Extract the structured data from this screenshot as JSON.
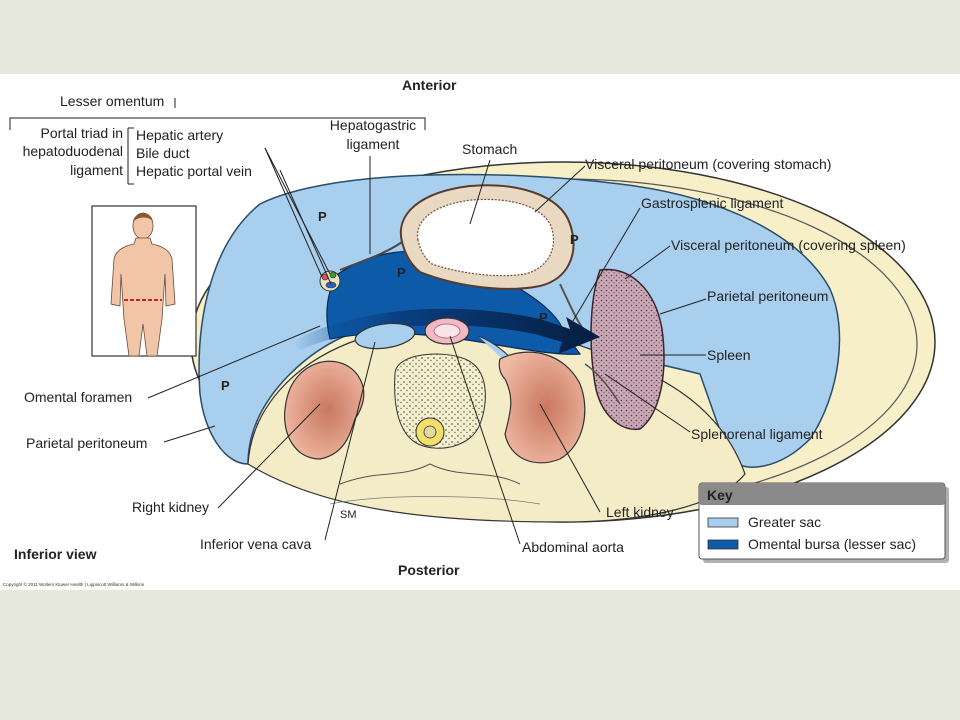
{
  "orientation": {
    "anterior": "Anterior",
    "posterior": "Posterior",
    "view": "Inferior view"
  },
  "labels": {
    "lesser_omentum": "Lesser omentum",
    "portal_triad_1": "Portal triad in",
    "portal_triad_2": "hepatoduodenal",
    "portal_triad_3": "ligament",
    "hepatic_artery": "Hepatic artery",
    "bile_duct": "Bile duct",
    "hepatic_portal_vein": "Hepatic portal vein",
    "hepatogastric_1": "Hepatogastric",
    "hepatogastric_2": "ligament",
    "stomach": "Stomach",
    "visceral_stomach": "Visceral peritoneum (covering stomach)",
    "gastrosplenic": "Gastrosplenic ligament",
    "visceral_spleen": "Visceral peritoneum (covering spleen)",
    "parietal_right": "Parietal peritoneum",
    "spleen": "Spleen",
    "splenorenal": "Splenorenal ligament",
    "omental_foramen": "Omental foramen",
    "parietal_left": "Parietal peritoneum",
    "right_kidney": "Right kidney",
    "inferior_vena_cava": "Inferior vena cava",
    "abdominal_aorta": "Abdominal aorta",
    "left_kidney": "Left kidney",
    "p_marker": "P",
    "artist": "SM"
  },
  "key": {
    "title": "Key",
    "items": [
      {
        "label": "Greater sac",
        "color": "#a9cfee"
      },
      {
        "label": "Omental bursa (lesser sac)",
        "color": "#0d5aa8"
      }
    ]
  },
  "copyright": "Copyright © 2011 Wolters Kluwer Health | Lippincott Williams & Wilkins",
  "colors": {
    "greater_sac": "#a9cfee",
    "omental_bursa": "#0d5aa8",
    "body_wall": "#f6efc8",
    "kidney": "#e5a893",
    "spleen": "#c7a7b3",
    "aorta": "#f2b8c4"
  }
}
